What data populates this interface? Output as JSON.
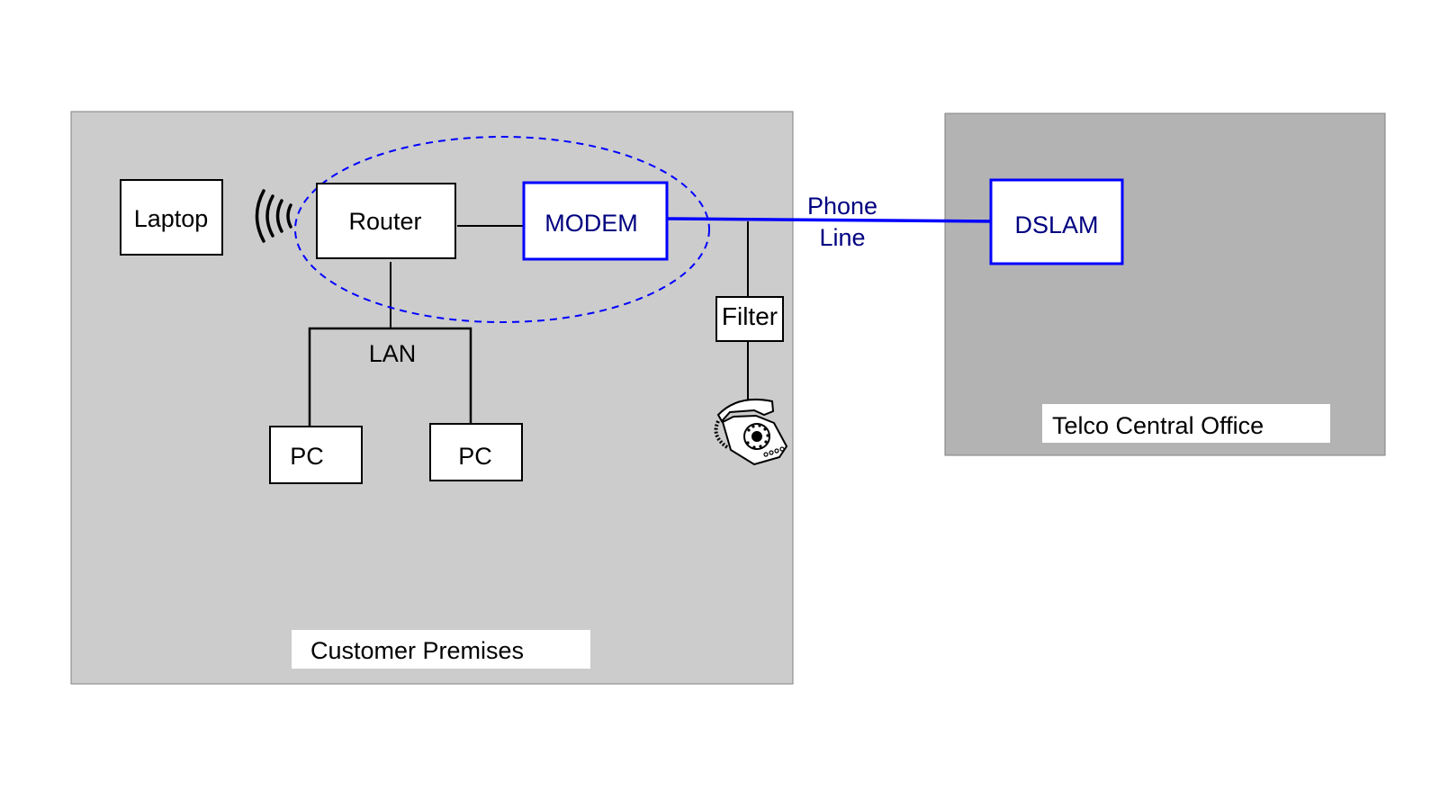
{
  "title": "DSL network diagram",
  "colors": {
    "customer_bg": "#cccccc",
    "central_office_bg": "#b3b3b3",
    "dsl_blue": "#0000ff",
    "dsl_text": "#000080",
    "line_black": "#000000",
    "box_fill": "#ffffff"
  },
  "regions": {
    "customer_premises": {
      "label": "Customer Premises"
    },
    "central_office": {
      "label": "Telco Central Office"
    }
  },
  "nodes": {
    "laptop": "Laptop",
    "router": "Router",
    "modem": "MODEM",
    "pc_left": "PC",
    "pc_right": "PC",
    "filter": "Filter",
    "dslam": "DSLAM"
  },
  "labels": {
    "lan": "LAN",
    "phone_line_1": "Phone",
    "phone_line_2": "Line"
  },
  "icons": {
    "wireless": "wifi-signal-icon",
    "telephone": "rotary-telephone-icon"
  }
}
